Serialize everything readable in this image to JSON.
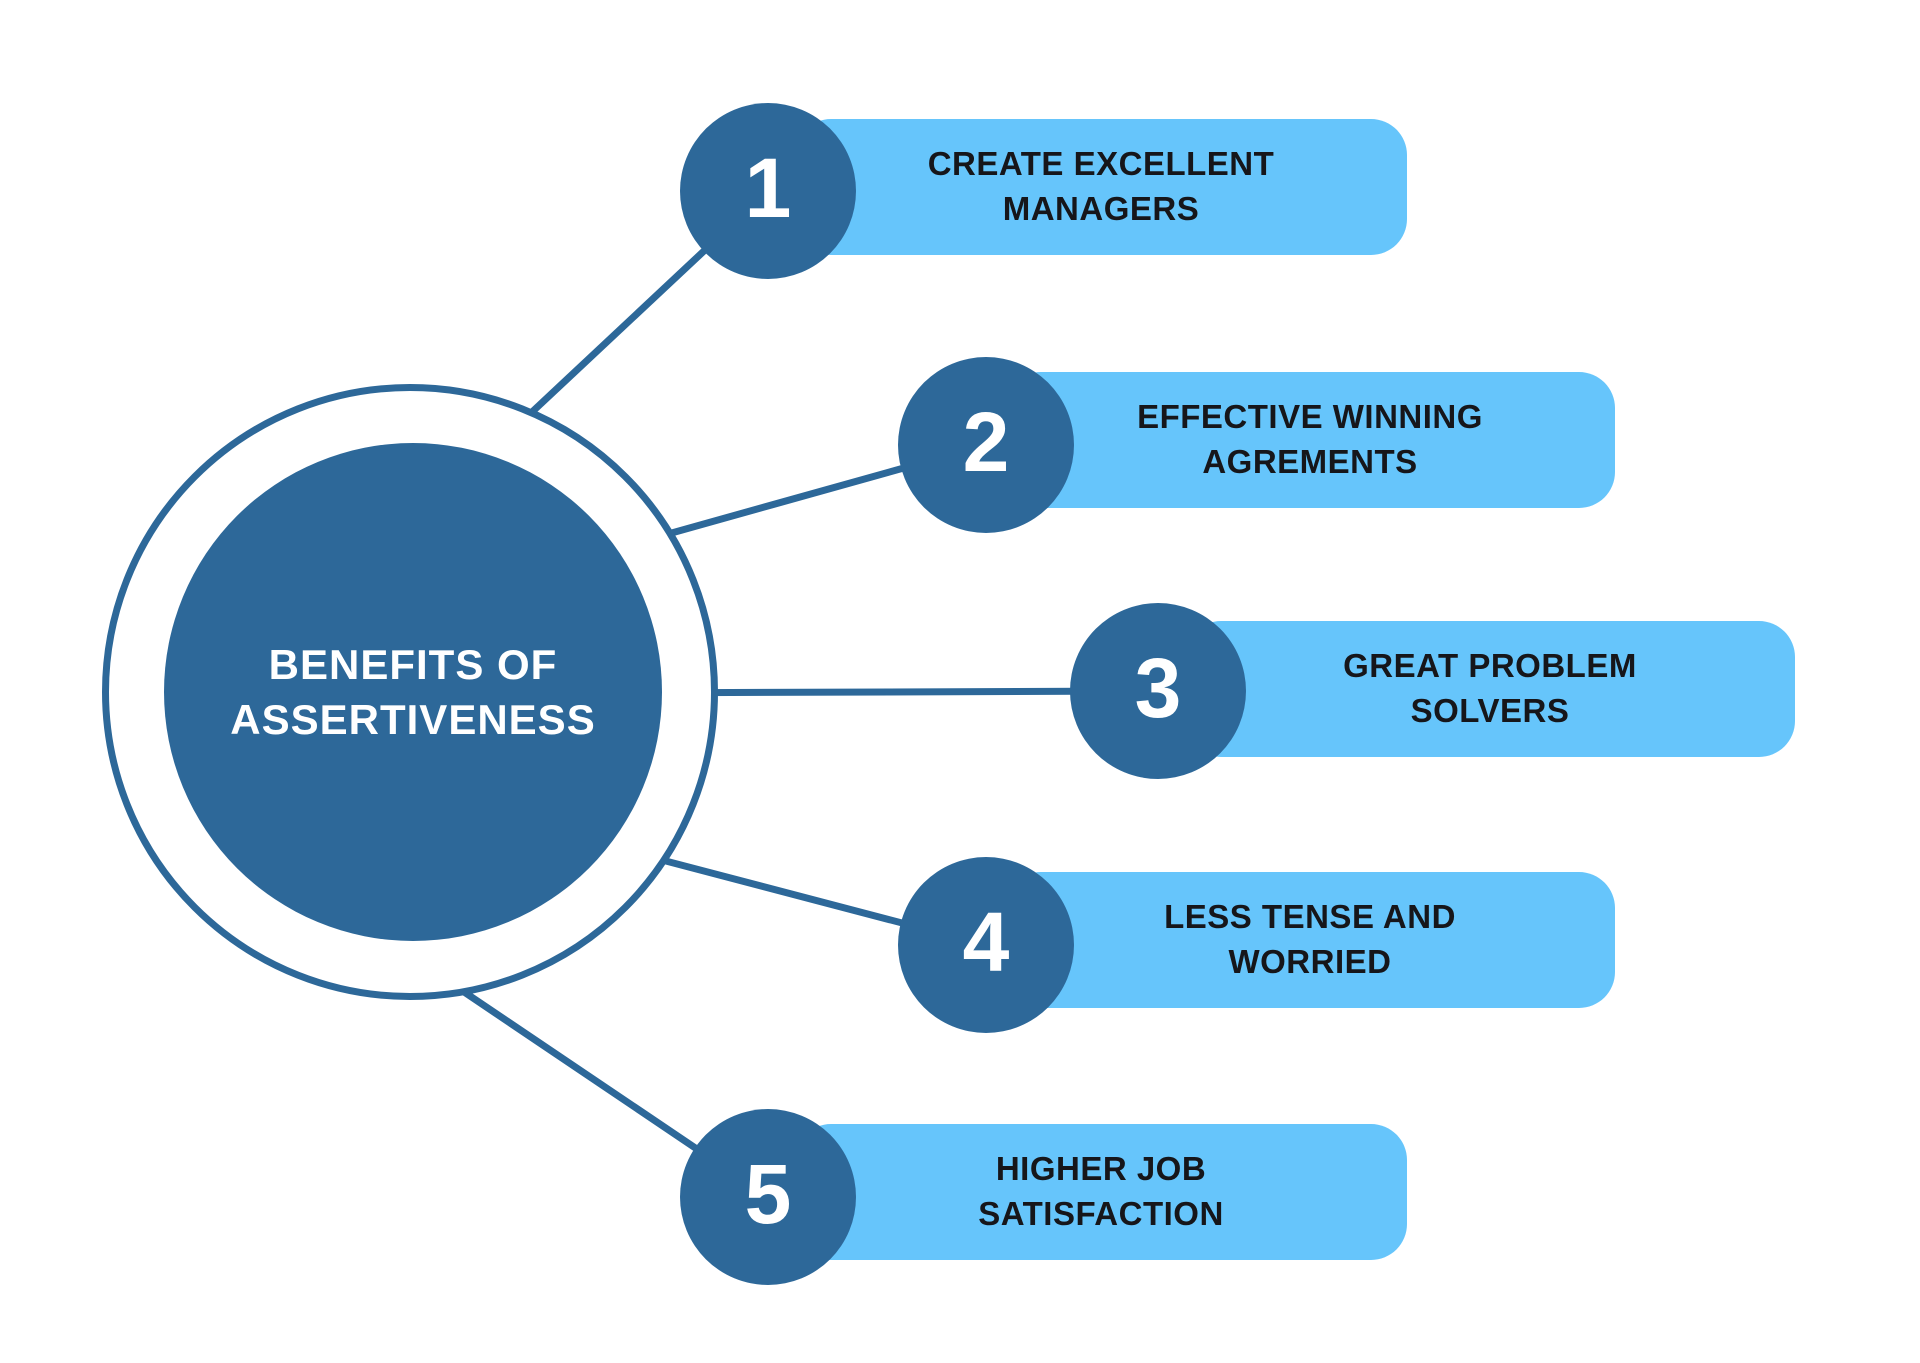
{
  "diagram": {
    "center": {
      "title": "BENEFITS OF\nASSERTIVENESS"
    },
    "items": [
      {
        "number": "1",
        "label": "CREATE EXCELLENT\nMANAGERS"
      },
      {
        "number": "2",
        "label": "EFFECTIVE WINNING\nAGREMENTS"
      },
      {
        "number": "3",
        "label": "GREAT PROBLEM\nSOLVERS"
      },
      {
        "number": "4",
        "label": "LESS TENSE AND\nWORRIED"
      },
      {
        "number": "5",
        "label": "HIGHER JOB\nSATISFACTION"
      }
    ],
    "colors": {
      "dark_blue": "#2d6899",
      "light_blue": "#66c5fb",
      "label_text": "#16161a",
      "background": "#ffffff",
      "center_text": "#ffffff"
    }
  }
}
